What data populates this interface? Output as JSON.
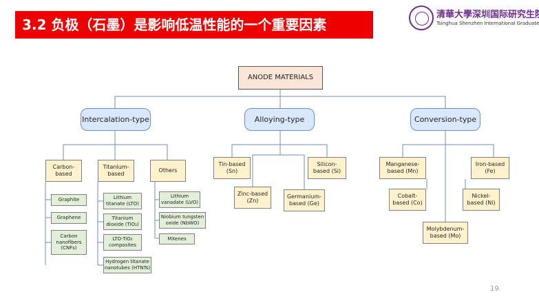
{
  "header": {
    "title": "3.2  负极（石墨）是影响低温性能的一个重要因素"
  },
  "logo": {
    "name_cn": "清華大學深圳国际研究生院",
    "name_en": "Tsinghua Shenzhen International Graduate School",
    "color": "#6b2c8a"
  },
  "diagram": {
    "root": "ANODE MATERIALS",
    "categories": {
      "intercalation": "Intercalation-type",
      "alloying": "Alloying-type",
      "conversion": "Conversion-type"
    },
    "intercalation": {
      "carbon": {
        "label": "Carbon-\nbased",
        "items": [
          "Graphite",
          "Graphene",
          "Carbon\nnanofibers\n(CNFs)"
        ]
      },
      "titanium": {
        "label": "Titanium-\nbased",
        "items": [
          "Lithium\ntitanate (LTO)",
          "Titanium\ndioxide (TiO₂)",
          "LTO-TiO₂\ncomposites",
          "Hydrogen titanate\nnanotubes (HTNTs)"
        ]
      },
      "others": {
        "label": "Others",
        "items": [
          "Lithium\nvanadate (LVO)",
          "Niobium tungsten\noxide (NbWO)",
          "MXenes"
        ]
      }
    },
    "alloying": {
      "tin": "Tin-based\n(Sn)",
      "zinc": "Zinc-based\n(Zn)",
      "germanium": "Germanium-\nbased (Ge)",
      "silicon": "Silicon-\nbased (Si)"
    },
    "conversion": {
      "manganese": "Manganese-\nbased (Mn)",
      "cobalt": "Cobalt-\nbased (Co)",
      "molybdenum": "Molybdenum-\nbased (Mo)",
      "nickel": "Nickel-\nbased (Ni)",
      "iron": "Iron-based\n(Fe)"
    }
  },
  "footer": {
    "page_number": "19"
  }
}
